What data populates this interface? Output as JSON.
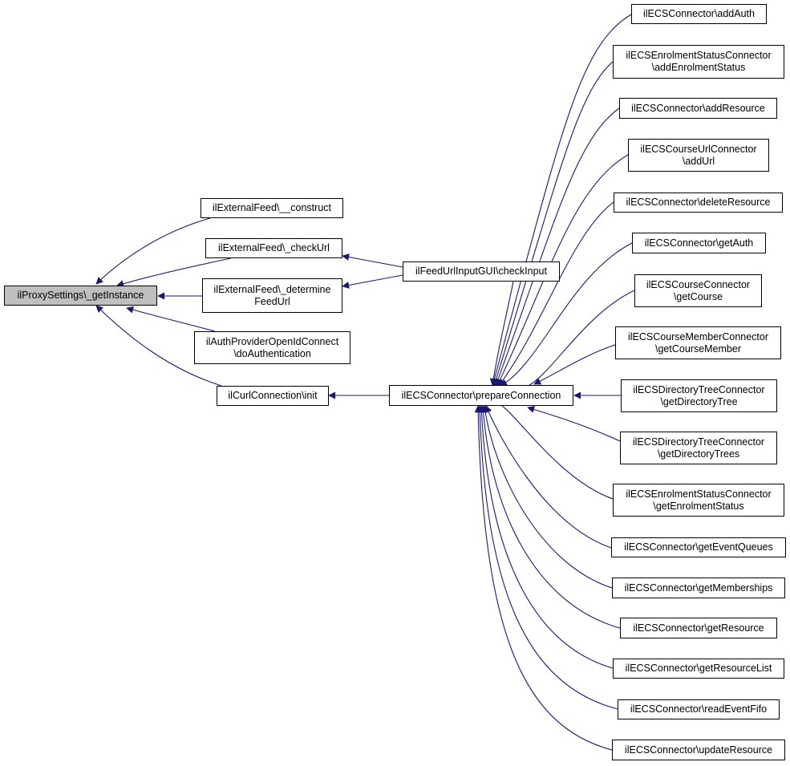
{
  "colors": {
    "edge": "#191970",
    "root_fill": "#bfbfbf",
    "node_fill": "#ffffff",
    "border": "#000000"
  },
  "nodes": {
    "proxy_getinstance": {
      "lines": [
        "ilProxySettings\\_getInstance"
      ]
    },
    "externalfeed_construct": {
      "lines": [
        "ilExternalFeed\\__construct"
      ]
    },
    "externalfeed_checkurl": {
      "lines": [
        "ilExternalFeed\\_checkUrl"
      ]
    },
    "externalfeed_determinefeedurl": {
      "lines": [
        "ilExternalFeed\\_determine",
        "FeedUrl"
      ]
    },
    "authprovider_doauthentication": {
      "lines": [
        "ilAuthProviderOpenIdConnect",
        "\\doAuthentication"
      ]
    },
    "curlconnection_init": {
      "lines": [
        "ilCurlConnection\\init"
      ]
    },
    "feedurlinputgui_checkinput": {
      "lines": [
        "ilFeedUrlInputGUI\\checkInput"
      ]
    },
    "ecsconnector_prepareconnection": {
      "lines": [
        "ilECSConnector\\prepareConnection"
      ]
    },
    "ecsconnector_addauth": {
      "lines": [
        "ilECSConnector\\addAuth"
      ]
    },
    "ecsenrolment_addenrolmentstatus": {
      "lines": [
        "ilECSEnrolmentStatusConnector",
        "\\addEnrolmentStatus"
      ]
    },
    "ecsconnector_addresource": {
      "lines": [
        "ilECSConnector\\addResource"
      ]
    },
    "ecscourseurl_addurl": {
      "lines": [
        "ilECSCourseUrlConnector",
        "\\addUrl"
      ]
    },
    "ecsconnector_deleteresource": {
      "lines": [
        "ilECSConnector\\deleteResource"
      ]
    },
    "ecsconnector_getauth": {
      "lines": [
        "ilECSConnector\\getAuth"
      ]
    },
    "ecscourse_getcourse": {
      "lines": [
        "ilECSCourseConnector",
        "\\getCourse"
      ]
    },
    "ecscoursemember_getcoursemember": {
      "lines": [
        "ilECSCourseMemberConnector",
        "\\getCourseMember"
      ]
    },
    "ecsdirtree_getdirectorytree": {
      "lines": [
        "ilECSDirectoryTreeConnector",
        "\\getDirectoryTree"
      ]
    },
    "ecsdirtree_getdirectorytrees": {
      "lines": [
        "ilECSDirectoryTreeConnector",
        "\\getDirectoryTrees"
      ]
    },
    "ecsenrolment_getenrolmentstatus": {
      "lines": [
        "ilECSEnrolmentStatusConnector",
        "\\getEnrolmentStatus"
      ]
    },
    "ecsconnector_geteventqueues": {
      "lines": [
        "ilECSConnector\\getEventQueues"
      ]
    },
    "ecsconnector_getmemberships": {
      "lines": [
        "ilECSConnector\\getMemberships"
      ]
    },
    "ecsconnector_getresource": {
      "lines": [
        "ilECSConnector\\getResource"
      ]
    },
    "ecsconnector_getresourcelist": {
      "lines": [
        "ilECSConnector\\getResourceList"
      ]
    },
    "ecsconnector_readeventfifo": {
      "lines": [
        "ilECSConnector\\readEventFifo"
      ]
    },
    "ecsconnector_updateresource": {
      "lines": [
        "ilECSConnector\\updateResource"
      ]
    }
  }
}
